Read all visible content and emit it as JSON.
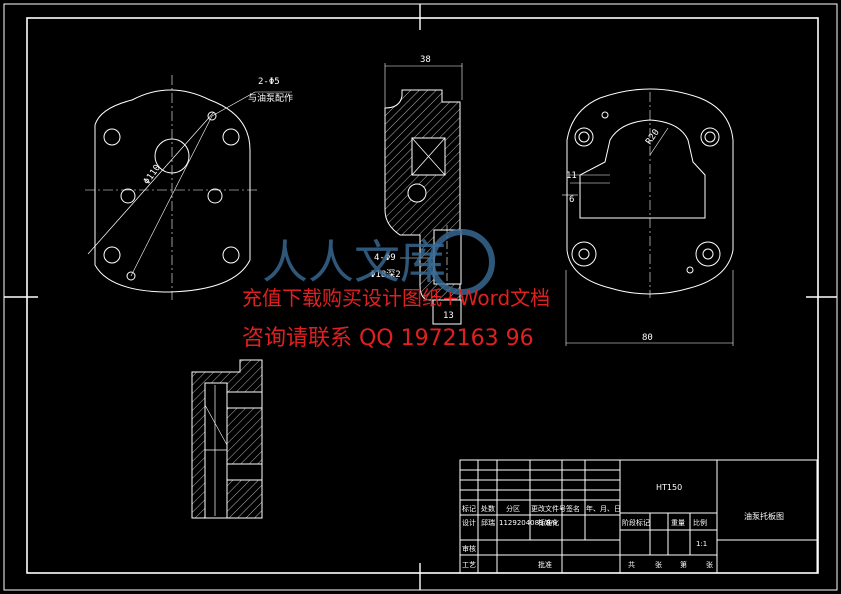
{
  "drawing": {
    "dimensions": {
      "holes_2x": "2-Φ5",
      "holes_2x_note": "与油泵配作",
      "bolt_circle": "Φ110",
      "width_top": "38",
      "holes_4x": "4-Φ9",
      "counterbore": "Φ18深2",
      "thickness_small": "13",
      "radius": "R20",
      "left_dim_11": "11",
      "left_dim_6": "6",
      "overall_width": "80"
    }
  },
  "title_block": {
    "part_code": "HT150",
    "part_name": "油泵托板图",
    "row_headers": [
      "标记",
      "处数",
      "分区",
      "更改文件号",
      "签名",
      "年、月、日"
    ],
    "design_label": "设计",
    "designer": "邱瑞",
    "design_date": "1129204083/8/8",
    "standardize_label": "标准化",
    "review_label": "审核",
    "process_label": "工艺",
    "approve_label": "批准",
    "stage_label": "阶段标记",
    "weight_label": "重量",
    "scale_label": "比例",
    "scale_value": "1:1",
    "sheets_total_label": "共",
    "sheets_unit_label": "张",
    "sheet_index_label": "第",
    "sheet_unit_label": "张"
  },
  "watermark": {
    "line1": "充值下载购买设计图纸+Word文档",
    "line2": "咨询请联系 QQ 1972163 96",
    "logo_text": "人人文库"
  }
}
